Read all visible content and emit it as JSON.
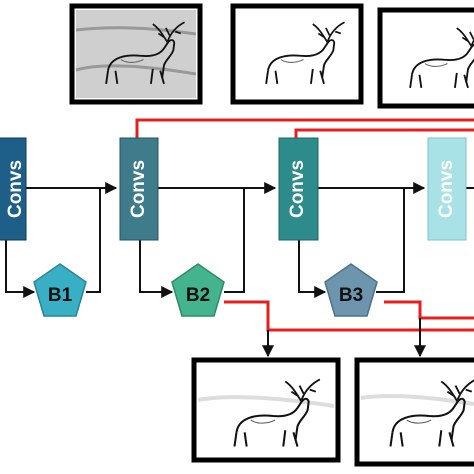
{
  "diagram": {
    "conv_label": "Convs",
    "blocks": [
      {
        "label": "B1",
        "color": "#39AFC6"
      },
      {
        "label": "B2",
        "color": "#44B48E"
      },
      {
        "label": "B3",
        "color": "#6E95AE"
      }
    ],
    "conv_colors": [
      "#1E5F8A",
      "#3E7C8C",
      "#2E8B8C",
      "#A9E2E6"
    ],
    "arrow_color": "#111111",
    "side_path_color": "#E41F1F",
    "image_subject": "elk edge map"
  }
}
